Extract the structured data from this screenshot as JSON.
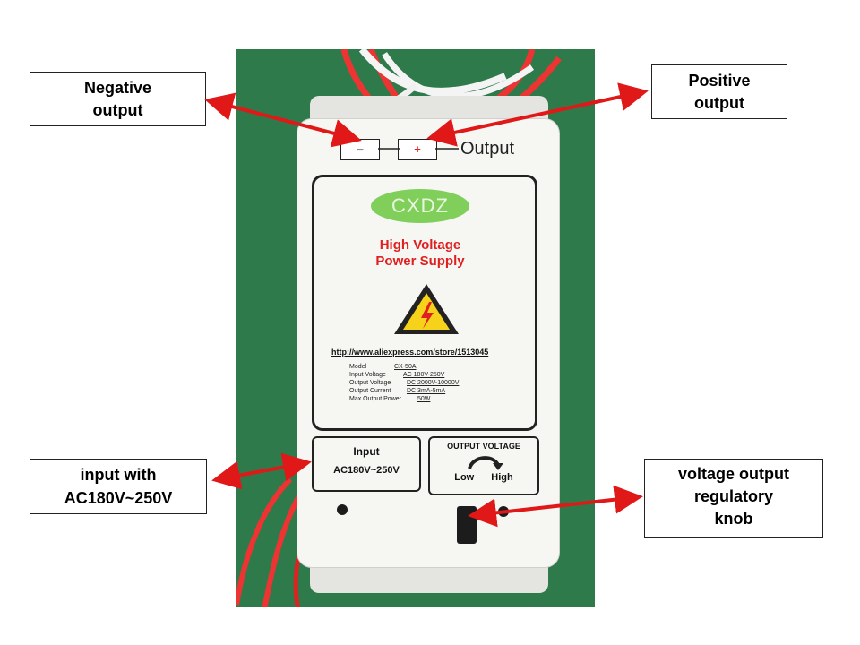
{
  "labels": {
    "negative": [
      "Negative",
      "output"
    ],
    "positive": [
      "Positive",
      "output"
    ],
    "input": [
      "input with",
      "AC180V~250V"
    ],
    "knob": [
      "voltage output",
      "regulatory",
      "knob"
    ]
  },
  "device": {
    "neg_symbol": "−",
    "pos_symbol": "+",
    "output_label": "Output",
    "brand": "CXDZ",
    "title_lines": [
      "High Voltage",
      "Power Supply"
    ],
    "url": "http://www.aliexpress.com/store/1513045",
    "specs": [
      {
        "k": "Model",
        "v": "CX-50A"
      },
      {
        "k": "Input Voltage",
        "v": "AC 180V-250V"
      },
      {
        "k": "Output Voltage",
        "v": "DC 2000V-10000V"
      },
      {
        "k": "Output Current",
        "v": "DC 3mA-5mA"
      },
      {
        "k": "Max Output Power",
        "v": "50W"
      }
    ],
    "input_panel": [
      "Input",
      "AC180V~250V"
    ],
    "output_voltage_panel": {
      "title": "OUTPUT VOLTAGE",
      "low": "Low",
      "high": "High"
    }
  },
  "colors": {
    "arrow": "#e01818",
    "title_red": "#e02020",
    "logo_green": "#7fcf5a",
    "background_green": "#2f7a4a"
  }
}
